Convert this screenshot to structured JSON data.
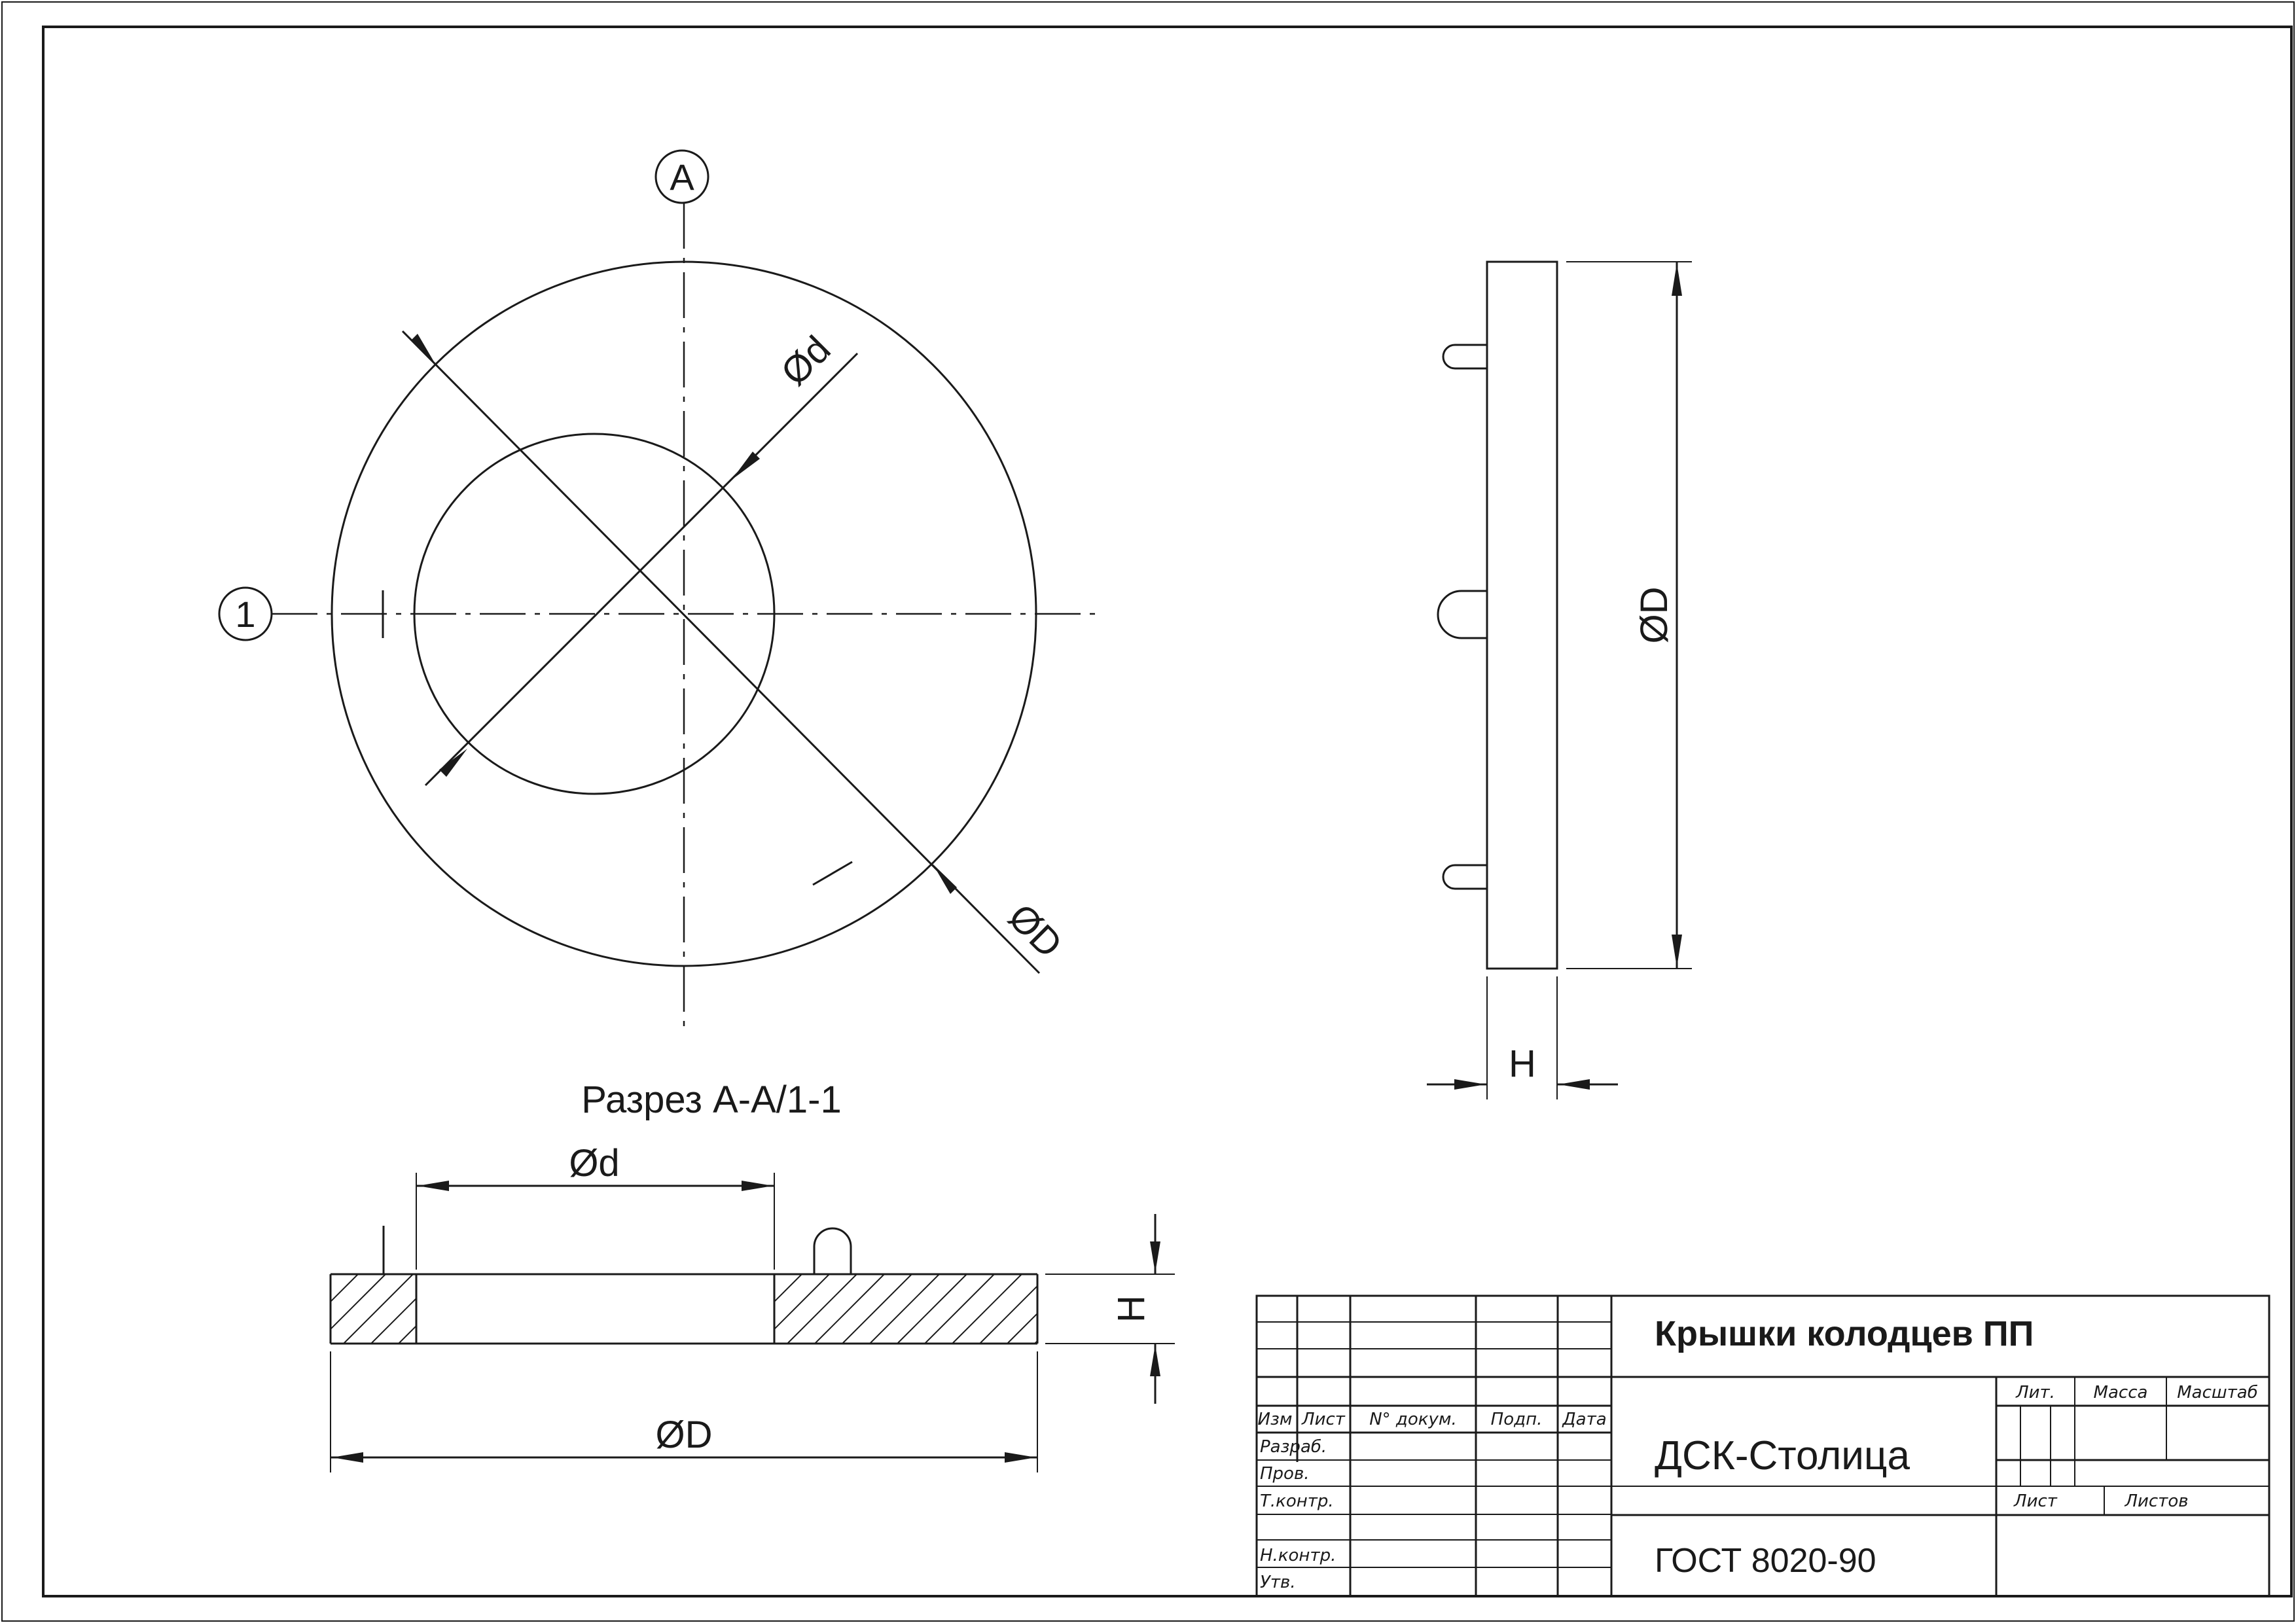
{
  "front_view": {
    "axis_marker_top": "A",
    "axis_marker_left": "1",
    "dim_inner": "Ød",
    "dim_outer": "ØD"
  },
  "side_view": {
    "dim_outer": "ØD",
    "dim_height": "H"
  },
  "section_view": {
    "title": "Разрез А-А/1-1",
    "dim_inner": "Ød",
    "dim_outer": "ØD",
    "dim_height": "H"
  },
  "title_block": {
    "product_name": "Крышки колодцев ПП",
    "organization": "ДСК-Столица",
    "standard": "ГОСТ 8020-90",
    "col_izm": "Изм",
    "col_list": "Лист",
    "col_doc": "N° докум.",
    "col_sign": "Подп.",
    "col_date": "Дата",
    "row_developed": "Разраб.",
    "row_checked": "Пров.",
    "row_tech_control": "Т.контр.",
    "row_norm_control": "Н.контр.",
    "row_approved": "Утв.",
    "lit": "Лит.",
    "mass": "Масса",
    "scale": "Масштаб",
    "sheet": "Лист",
    "sheets": "Листов"
  }
}
